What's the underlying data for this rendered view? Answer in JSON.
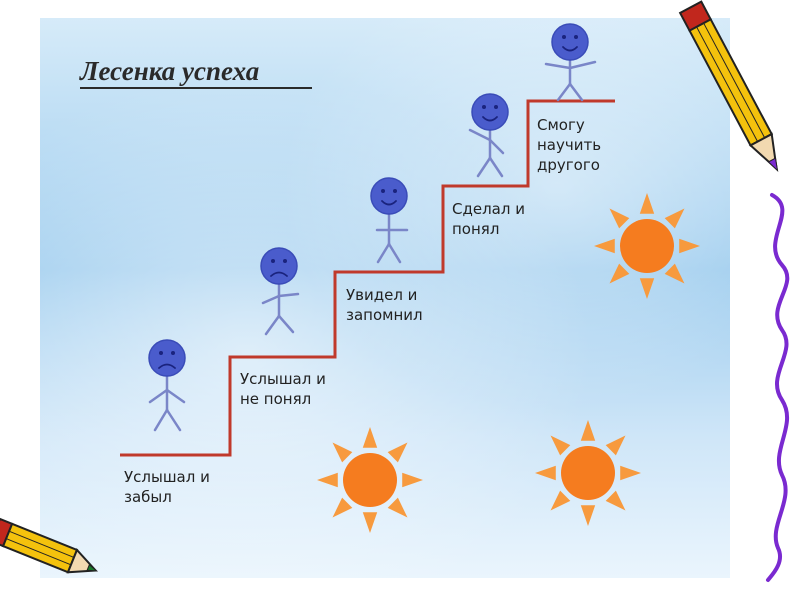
{
  "title": "Лесенка успеха",
  "steps": [
    {
      "line1": "Услышал и",
      "line2": "забыл",
      "line3": "",
      "face": "sad"
    },
    {
      "line1": "Услышал и",
      "line2": "не понял",
      "line3": "",
      "face": "sad"
    },
    {
      "line1": "Увидел и",
      "line2": "запомнил",
      "line3": "",
      "face": "happy"
    },
    {
      "line1": "Сделал и",
      "line2": "понял",
      "line3": "",
      "face": "happy"
    },
    {
      "line1": "Смогу",
      "line2": "научить",
      "line3": "другого",
      "face": "happy"
    }
  ],
  "colors": {
    "stair_line": "#c0392b",
    "figure_head": "#4a5ccc",
    "figure_body": "#7a86c8",
    "sun_core": "#f57c1f",
    "sun_ray": "#f79a3e",
    "title_underline": "#222222",
    "pencil_body": "#f4c20d",
    "pencil_accent": "#c1271d"
  }
}
